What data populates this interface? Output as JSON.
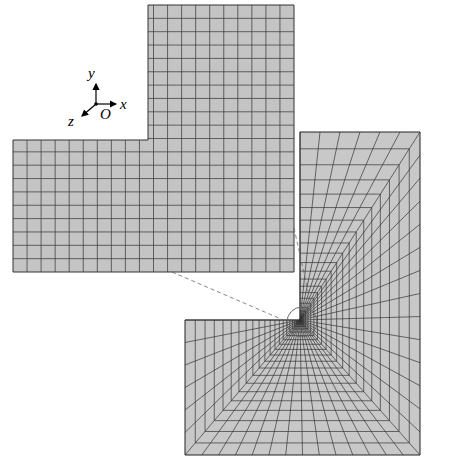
{
  "diagram": {
    "labels": [
      "y",
      "x",
      "z",
      "O"
    ]
  }
}
